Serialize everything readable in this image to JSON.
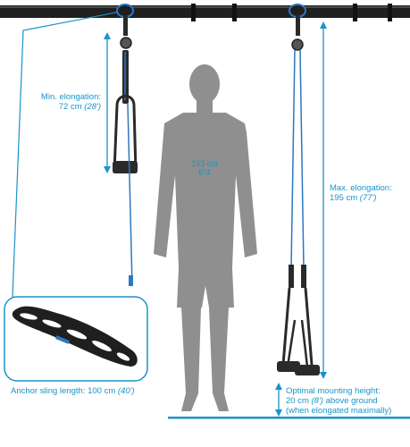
{
  "labels": {
    "min_elongation_title": "Min. elongation:",
    "min_elongation_metric": "72 cm",
    "min_elongation_imperial": "(28')",
    "max_elongation_title": "Max. elongation:",
    "max_elongation_metric": "195 cm",
    "max_elongation_imperial": "(77')",
    "figure_height_metric": "193 cm",
    "figure_height_imperial": "6\"4",
    "anchor_sling_prefix": "Anchor sling length: 100 cm",
    "anchor_sling_imperial": "(40')",
    "mounting_title": "Optimal mounting height:",
    "mounting_metric": "20 cm",
    "mounting_imperial": "(8')",
    "mounting_suffix": "above ground",
    "mounting_note": "(when elongated maximally)"
  },
  "colors": {
    "accent_blue": "#1a93c9",
    "bar_black": "#1f1f1f",
    "silhouette_gray": "#8f8f8f",
    "strap_dark": "#2a2a2a",
    "strap_blue": "#2d78c0"
  },
  "icons": [
    "anchor-sling-icon",
    "human-silhouette-icon",
    "pulley-icon"
  ]
}
